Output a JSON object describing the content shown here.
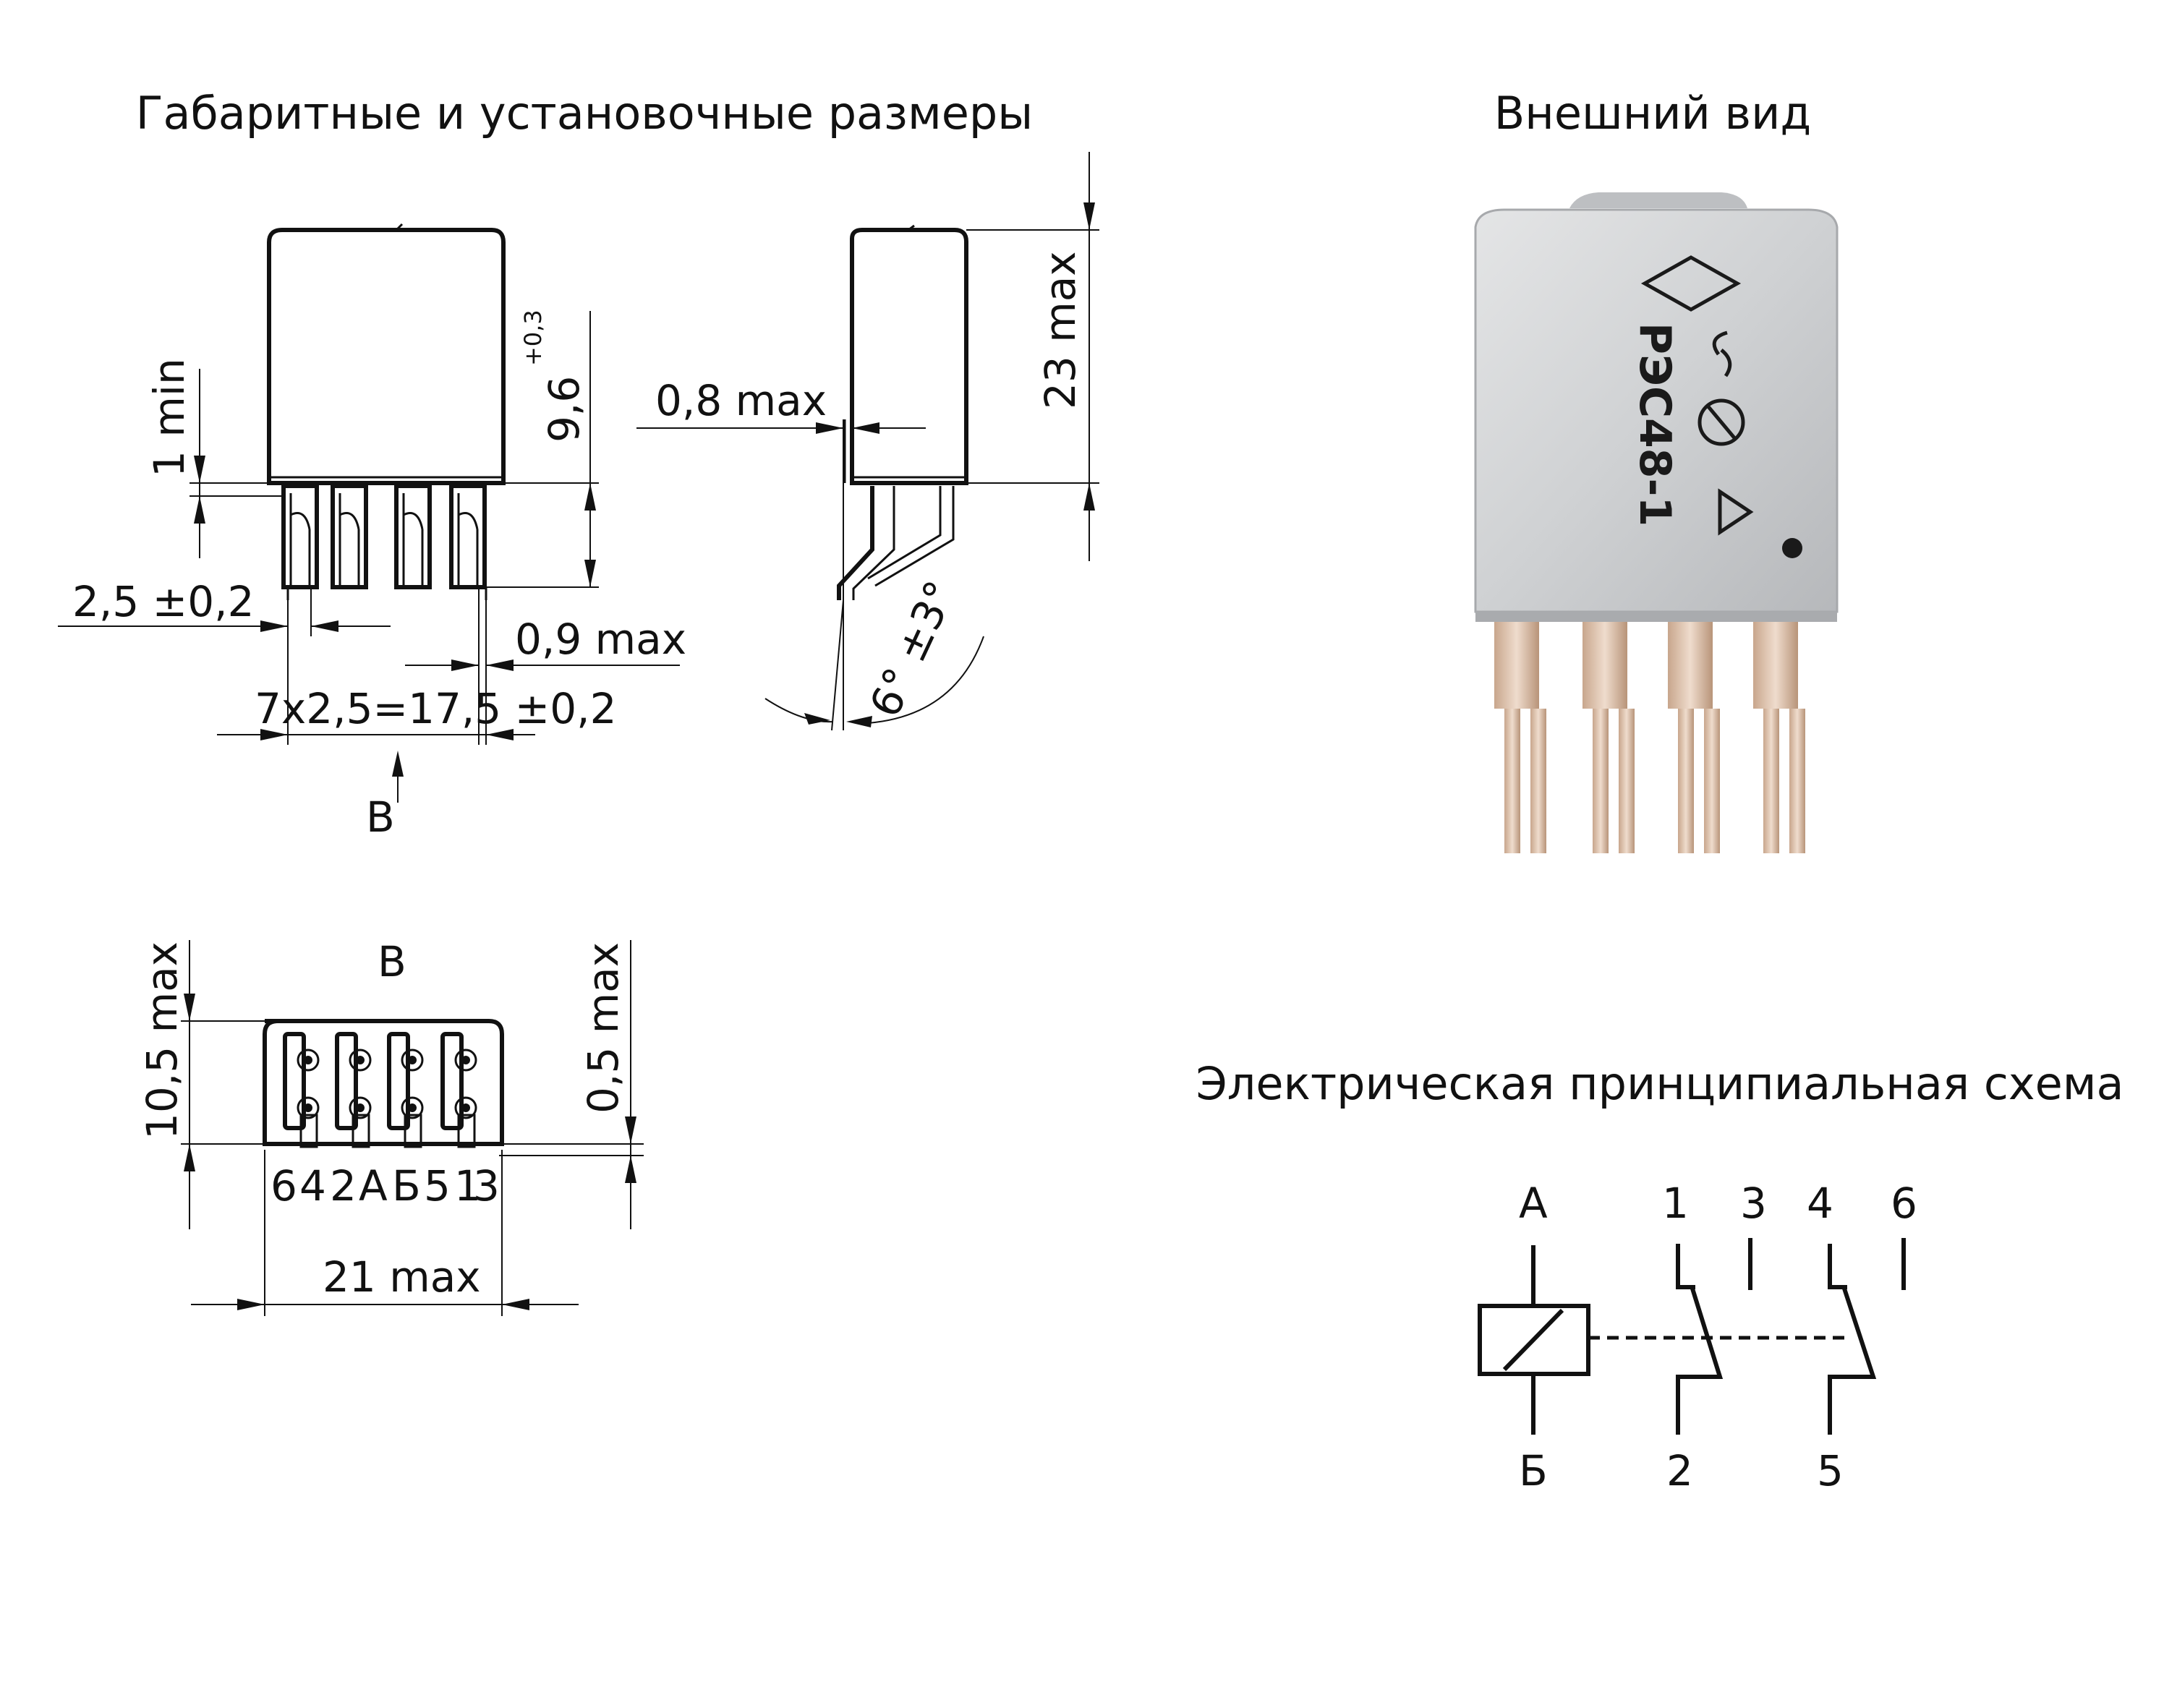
{
  "titles": {
    "dimensions": "Габаритные и установочные размеры",
    "appearance": "Внешний вид",
    "schematic": "Электрическая принципиальная схема"
  },
  "dimensions": {
    "min_1": "1 min",
    "h_9_6": "9,6",
    "h_9_6_tol": "+0,3",
    "pitch": "2,5 ±0,2",
    "w_0_9": "0,9 max",
    "span": "7х2,5=17,5 ±0,2",
    "view_arrow": "В",
    "t_0_8": "0,8 max",
    "h_23": "23 max",
    "angle": "6° ±3°",
    "view_title": "В",
    "h_10_5": "10,5 max",
    "h_0_5": "0,5 max",
    "pin_labels": [
      "6",
      "4",
      "2",
      "А",
      "Б",
      "5",
      "1",
      "3"
    ],
    "w_21": "21 max"
  },
  "product": {
    "marking": "РЭС48-1"
  },
  "schematic": {
    "terminals": {
      "A": "А",
      "B": "Б",
      "t1": "1",
      "t2": "2",
      "t3": "3",
      "t4": "4",
      "t5": "5",
      "t6": "6"
    }
  }
}
